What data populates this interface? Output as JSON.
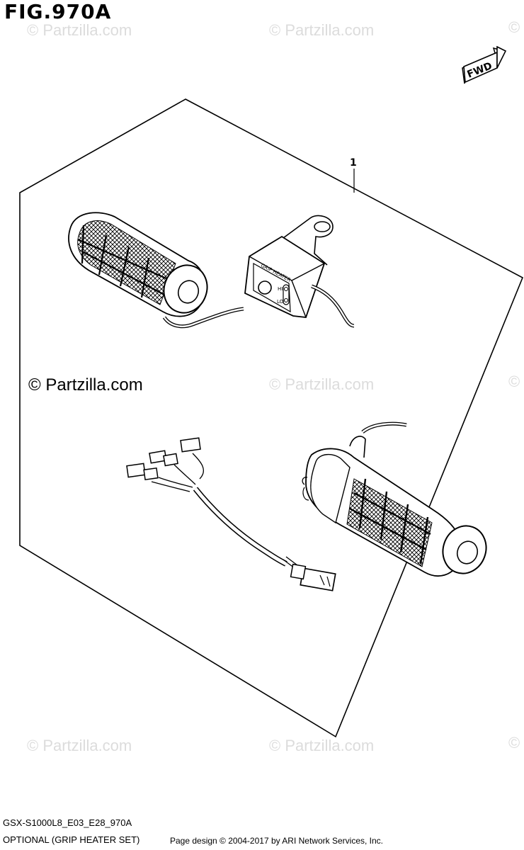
{
  "figure": {
    "title": "FIG.970A",
    "callout_number": "1",
    "fwd_label": "FWD",
    "switch_labels": {
      "header": "GRIP HEATER",
      "hi": "HI",
      "lo": "LO"
    }
  },
  "watermarks": {
    "faint": "© Partzilla.com",
    "strong": "© Partzilla.com",
    "edge": "©"
  },
  "footer": {
    "model_code": "GSX-S1000L8_E03_E28_970A",
    "description": "OPTIONAL (GRIP HEATER SET)",
    "copyright": "Page design © 2004-2017 by ARI Network Services, Inc."
  }
}
